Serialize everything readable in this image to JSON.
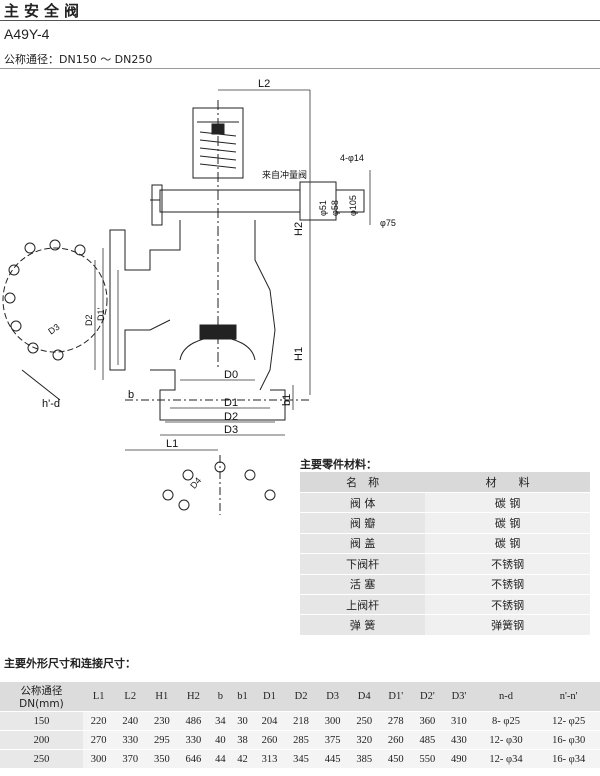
{
  "header": {
    "title": "主安全阀",
    "model": "A49Y-4",
    "nominal_size": "公称通径：DN150 ～ DN250"
  },
  "drawing": {
    "labels": {
      "L2": "L2",
      "L1": "L1",
      "H1": "H1",
      "H2": "H2",
      "D0": "D0",
      "D1": "D1",
      "D2": "D2",
      "D3": "D3",
      "D1p": "D1'",
      "D2p": "D2",
      "D3p": "D3",
      "D4": "D4",
      "b": "b",
      "b1": "b1",
      "hd": "h'-d",
      "holes": "4-φ14",
      "phi51": "φ51",
      "phi58": "φ58",
      "phi105": "φ105",
      "phi75": "φ75",
      "impulse": "来自冲量阀"
    }
  },
  "materials": {
    "title": "主要零件材料：",
    "headers": [
      "名　称",
      "材　　料"
    ],
    "rows": [
      [
        "阀 体",
        "碳 钢"
      ],
      [
        "阀 瓣",
        "碳 钢"
      ],
      [
        "阀 盖",
        "碳 钢"
      ],
      [
        "下阀杆",
        "不锈钢"
      ],
      [
        "活 塞",
        "不锈钢"
      ],
      [
        "上阀杆",
        "不锈钢"
      ],
      [
        "弹 簧",
        "弹簧钢"
      ]
    ]
  },
  "dimensions": {
    "title": "主要外形尺寸和连接尺寸：",
    "header_main": "公称通径",
    "header_sub": "DN(mm)",
    "columns": [
      "L1",
      "L2",
      "H1",
      "H2",
      "b",
      "b1",
      "D1",
      "D2",
      "D3",
      "D4",
      "D1'",
      "D2'",
      "D3'",
      "n-d",
      "n'-n'"
    ],
    "rows": [
      [
        "150",
        "220",
        "240",
        "230",
        "486",
        "34",
        "30",
        "204",
        "218",
        "300",
        "250",
        "278",
        "360",
        "310",
        "8- φ25",
        "12- φ25"
      ],
      [
        "200",
        "270",
        "330",
        "295",
        "330",
        "40",
        "38",
        "260",
        "285",
        "375",
        "320",
        "260",
        "485",
        "430",
        "12- φ30",
        "16- φ30"
      ],
      [
        "250",
        "300",
        "370",
        "350",
        "646",
        "44",
        "42",
        "313",
        "345",
        "445",
        "385",
        "450",
        "550",
        "490",
        "12- φ34",
        "16- φ34"
      ]
    ]
  }
}
